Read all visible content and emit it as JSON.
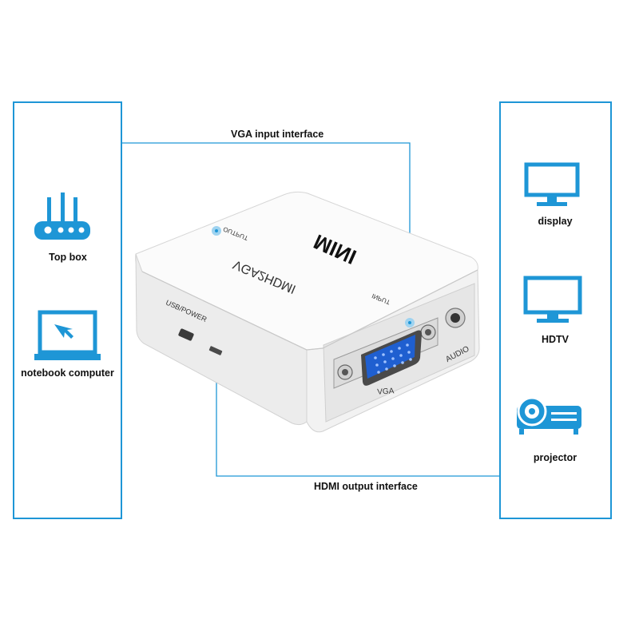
{
  "connectors": {
    "vga_input": "VGA input interface",
    "hdmi_output": "HDMI output interface"
  },
  "sources": [
    {
      "label": "Top box",
      "icon": "router-icon"
    },
    {
      "label": "notebook computer",
      "icon": "laptop-icon"
    }
  ],
  "displays": [
    {
      "label": "display",
      "icon": "monitor-icon"
    },
    {
      "label": "HDTV",
      "icon": "tv-icon"
    },
    {
      "label": "projector",
      "icon": "projector-icon"
    }
  ],
  "device": {
    "brand": "MINI",
    "model": "VGA2HDMI",
    "port_output": "OUTPUT",
    "port_input": "INPUT",
    "port_usb": "USB/POWER",
    "port_vga": "VGA",
    "port_audio": "AUDIO"
  },
  "colors": {
    "accent": "#1e96d6",
    "device_body": "#f4f4f4",
    "vga_connector": "#1f5fd0"
  }
}
